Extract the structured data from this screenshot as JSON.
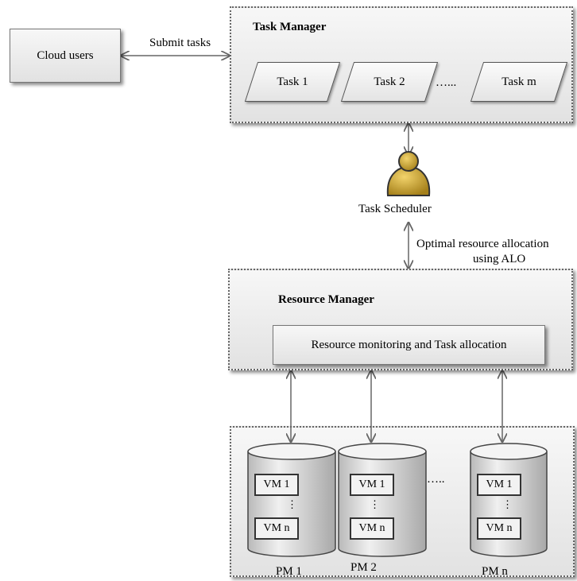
{
  "cloud_users": {
    "label": "Cloud users"
  },
  "submit_label": "Submit tasks",
  "task_manager": {
    "title": "Task Manager",
    "tasks": [
      "Task 1",
      "Task 2",
      "Task m"
    ],
    "ellipsis": "…..."
  },
  "scheduler": {
    "label": "Task Scheduler",
    "icon": "person-icon",
    "icon_color": "#c9a227"
  },
  "allocation_label": {
    "line1": "Optimal resource allocation",
    "line2": "using ALO"
  },
  "resource_manager": {
    "title": "Resource Manager",
    "monitor": "Resource monitoring and Task allocation"
  },
  "pms": [
    {
      "label": "PM 1",
      "vm_top": "VM 1",
      "vm_bottom": "VM n"
    },
    {
      "label": "PM 2",
      "vm_top": "VM 1",
      "vm_bottom": "VM n"
    },
    {
      "label": "PM n",
      "vm_top": "VM 1",
      "vm_bottom": "VM n"
    }
  ],
  "pm_ellipsis": "…..",
  "vm_dots": "⋮"
}
